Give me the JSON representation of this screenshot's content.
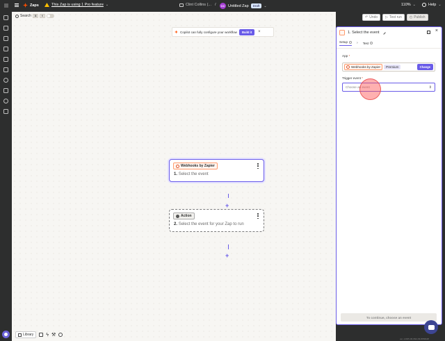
{
  "topbar": {
    "app_name": "Zaps",
    "pro_warning": "This Zap is using 1 Pro feature",
    "folder": "Clint Collins (...",
    "avatar_initials": "CC",
    "zap_title": "Untitled Zap",
    "status_badge": "Draft",
    "zoom": "110%",
    "help": "Help"
  },
  "canvas_toolbar": {
    "search_label": "Search",
    "shortcut_keys": [
      "⌘",
      "K"
    ],
    "undo_label": "Undo",
    "test_run_label": "Test run",
    "publish_label": "Publish"
  },
  "copilot": {
    "message": "Copilot can fully configure your workflow",
    "build_button": "Build it"
  },
  "steps": [
    {
      "app": "Webhooks by Zapier",
      "number": "1.",
      "title": "Select the event"
    },
    {
      "app": "Action",
      "number": "2.",
      "title": "Select the event for your Zap to run"
    }
  ],
  "bottom_toolbar": {
    "library_label": "Library"
  },
  "panel": {
    "title": "1. Select the event",
    "tabs": [
      {
        "label": "Setup"
      },
      {
        "label": "Test"
      }
    ],
    "app_label": "App",
    "app_name": "Webhooks by Zapier",
    "premium_label": "Premium",
    "change_button": "Change",
    "trigger_label": "Trigger event",
    "trigger_placeholder": "Choose an event",
    "continue_button": "To continue, choose an event"
  },
  "version_text": "ver. c2025-06-06t2-09-8656b4ff",
  "colors": {
    "accent": "#695be8",
    "brand": "#ff4f00",
    "chrome": "#2d2e2e",
    "canvas": "#f7f6f3"
  }
}
